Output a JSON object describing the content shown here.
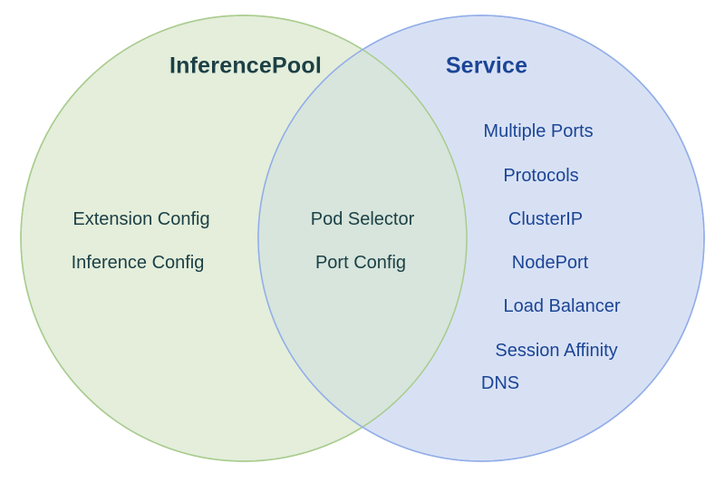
{
  "diagram": {
    "type": "venn",
    "background_color": "#ffffff",
    "left_circle": {
      "title": "InferencePool",
      "items": [
        "Extension Config",
        "Inference Config"
      ],
      "fill": "#e4eedb",
      "stroke": "#a9cc8e",
      "text_color": "#1c4045"
    },
    "right_circle": {
      "title": "Service",
      "items": [
        "Multiple Ports",
        "Protocols",
        "ClusterIP",
        "NodePort",
        "Load Balancer",
        "Session Affinity",
        "DNS"
      ],
      "fill": "#d8e1f4",
      "stroke": "#92aee8",
      "text_color": "#1b4596"
    },
    "overlap": {
      "items": [
        "Pod Selector",
        "Port Config"
      ],
      "fill": "#d7e5dc"
    }
  }
}
